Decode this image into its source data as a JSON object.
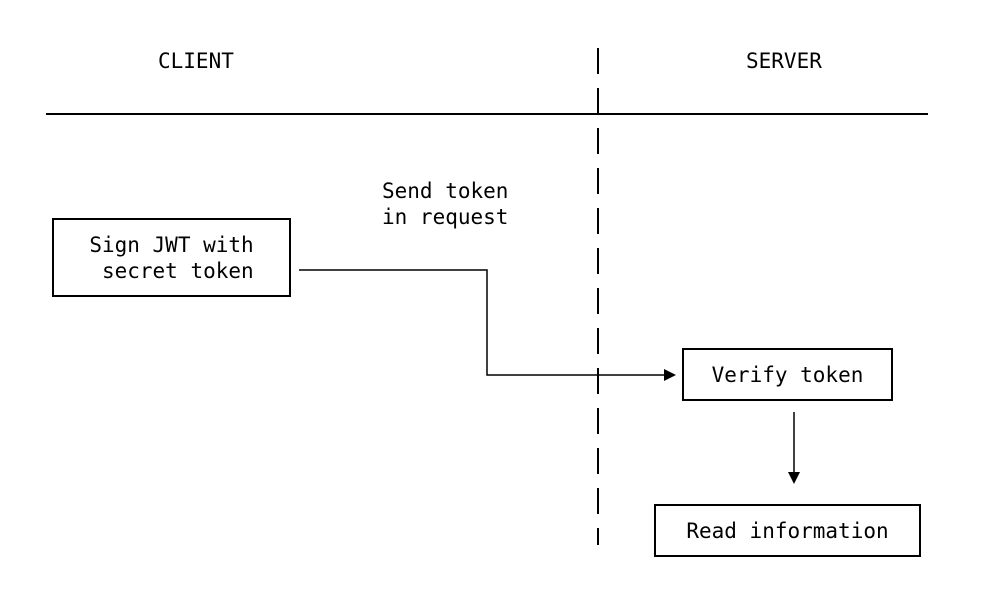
{
  "lanes": {
    "client_label": "CLIENT",
    "server_label": "SERVER"
  },
  "nodes": {
    "sign_jwt": {
      "line1": "Sign JWT with",
      "line2": " secret token"
    },
    "verify_token": {
      "label": "Verify token"
    },
    "read_information": {
      "label": "Read information"
    }
  },
  "edges": {
    "send_token": {
      "line1": "Send token",
      "line2": "in request"
    }
  }
}
